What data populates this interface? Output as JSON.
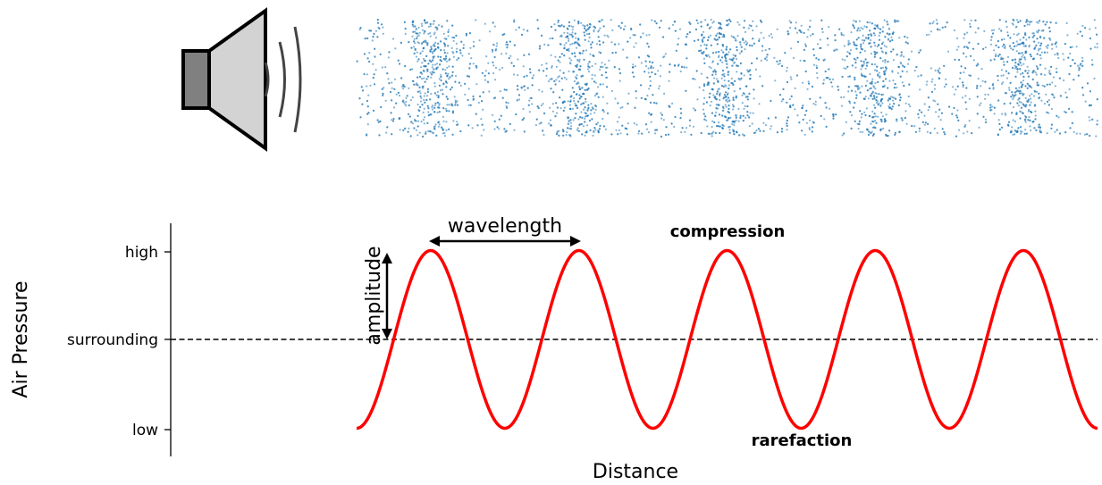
{
  "diagram": {
    "annotations": {
      "wavelength": "wavelength",
      "amplitude": "amplitude",
      "compression": "compression",
      "rarefaction": "rarefaction"
    },
    "wave_color": "#ff0000",
    "particle_color": "#1f77b4",
    "speaker_colors": {
      "magnet": "#808080",
      "cone": "#d3d3d3",
      "sound_lines": "#444444"
    }
  },
  "chart_data": {
    "type": "line",
    "xlabel": "Distance",
    "ylabel": "Air Pressure",
    "yticks": [
      {
        "label": "high",
        "value": 1
      },
      {
        "label": "surrounding",
        "value": 0
      },
      {
        "label": "low",
        "value": -1
      }
    ],
    "reference_line": {
      "value": 0,
      "style": "dashed"
    },
    "waveform": {
      "function": "sine",
      "cycles": 5,
      "start_phase": "minimum",
      "amplitude": 1
    },
    "ylim": [
      -1.3,
      1.3
    ]
  }
}
